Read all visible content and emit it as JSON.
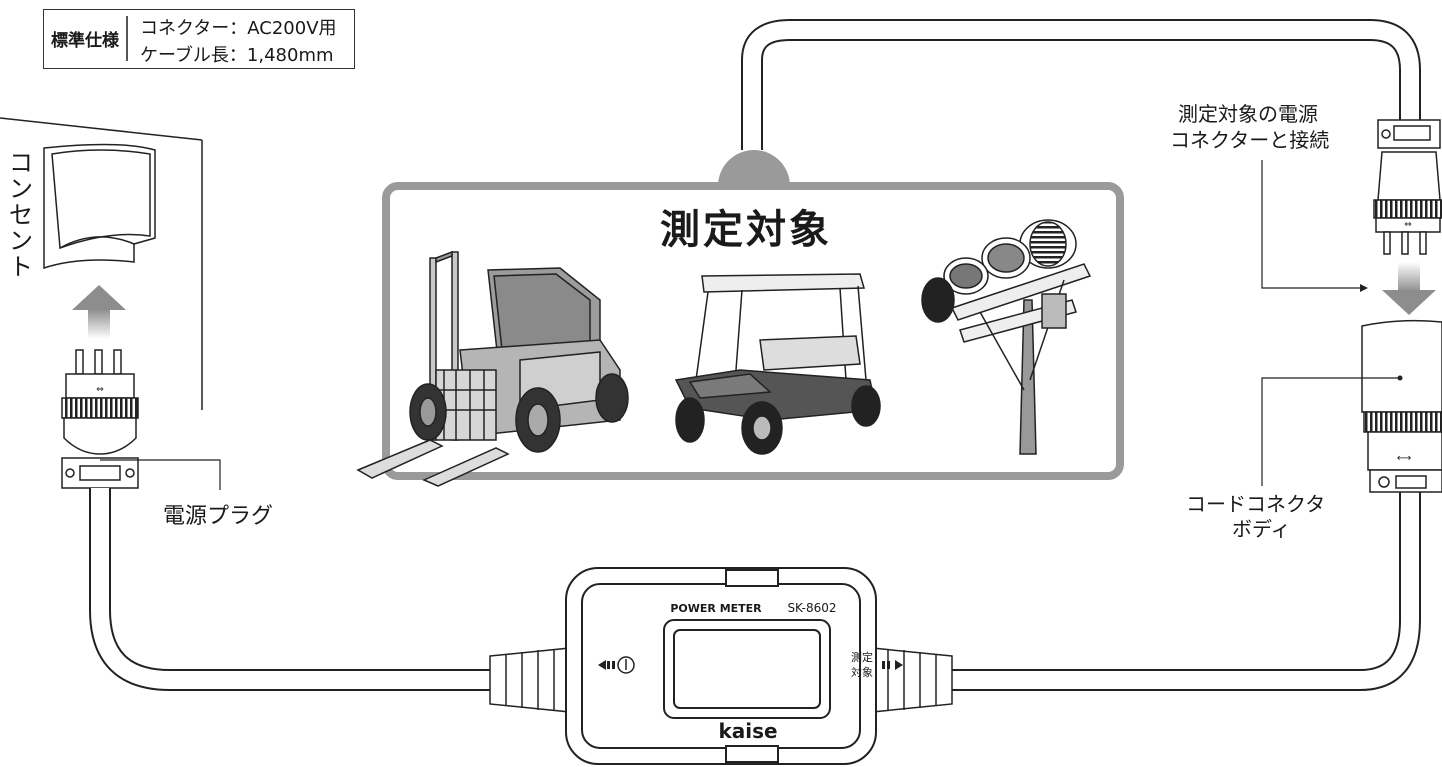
{
  "spec": {
    "heading": "標準仕様",
    "connector": "コネクター：AC200V用",
    "cable": "ケーブル長：1,480mm"
  },
  "labels": {
    "outlet": "コンセント",
    "power_plug": "電源プラグ",
    "target_connect_line1": "測定対象の電源",
    "target_connect_line2": "コネクターと接続",
    "cord_body_line1": "コードコネクタ",
    "cord_body_line2": "ボディ",
    "measure_target_title": "測定対象"
  },
  "meter": {
    "name": "POWER METER",
    "model": "SK-8602",
    "right_label_line1": "測定",
    "right_label_line2": "対象",
    "brand": "kaise"
  },
  "colors": {
    "outline": "#1a1a1a",
    "frame_gray": "#9a9a9a",
    "arrow_gray": "#a8a8a8"
  }
}
